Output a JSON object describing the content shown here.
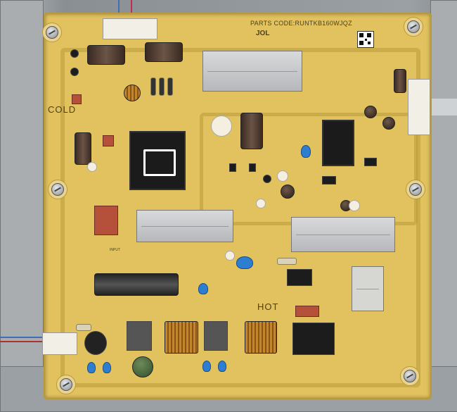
{
  "board": {
    "parts_code": "PARTS CODE:RUNTKB160WJQZ",
    "brand": "JOL",
    "cold_label": "COLD",
    "hot_label": "HOT",
    "input_label": "INPUT"
  },
  "colors": {
    "pcb": "#e2c25e",
    "chassis": "#8c9094",
    "heatsink": "#c9cacc",
    "capacitor_blue": "#2d7ed0"
  }
}
